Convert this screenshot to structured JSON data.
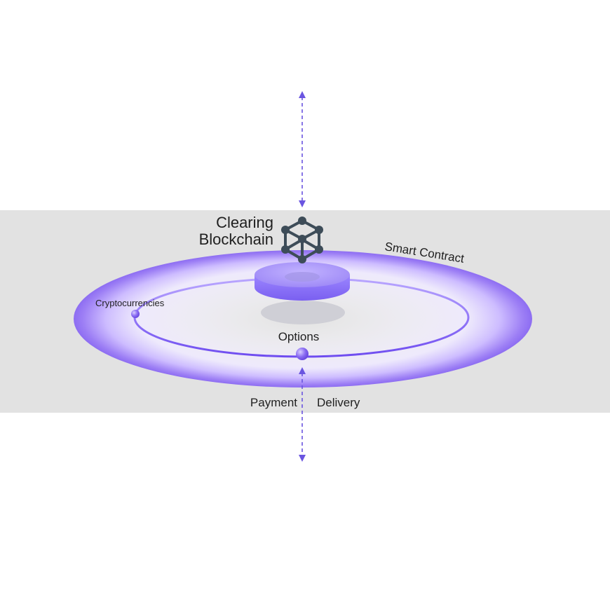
{
  "labels": {
    "clearing_line1": "Clearing",
    "clearing_line2": "Blockchain",
    "smart_contract": "Smart Contract",
    "cryptocurrencies": "Cryptocurrencies",
    "options": "Options",
    "payment": "Payment",
    "delivery": "Delivery"
  },
  "colors": {
    "band_background": "#e2e2e2",
    "ring_accent": "#7b5cf0",
    "arrow": "#6a55e0",
    "blockchain_icon": "#3d4c58"
  },
  "icons": {
    "blockchain": "cube-network-icon"
  }
}
